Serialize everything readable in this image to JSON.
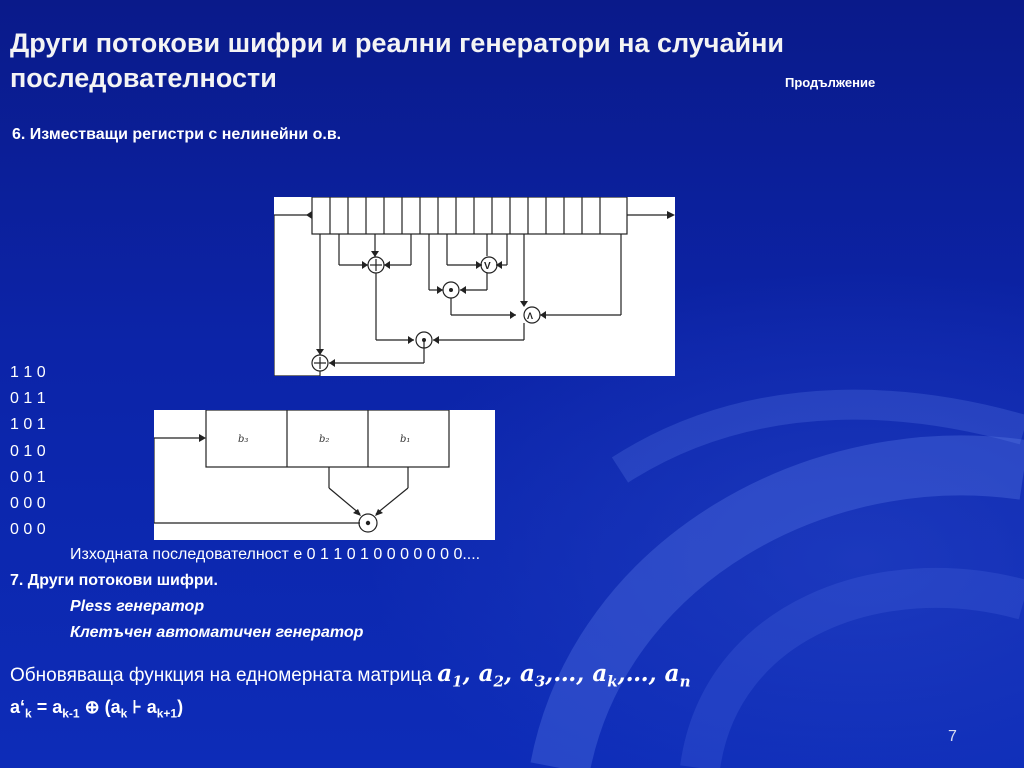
{
  "slide": {
    "title": "Други потокови шифри и реални генератори на случайни последователности",
    "continuation": "Продължение",
    "section6": "6. Изместващи регистри с нелинейни о.в.",
    "bits": [
      "1 1 0",
      "0 1 1",
      "1 0 1",
      "0 1 0",
      "0 0 1",
      "0 0 0",
      "0 0 0"
    ],
    "output_sequence": "Изходната последователност е 0 1 1 0 1 0 0 0 0 0 0 0....",
    "section7": "7. Други потокови шифри.",
    "generators": [
      "Pless генератор",
      "Клетъчен автоматичен генератор"
    ],
    "update_text": "Обновяваща функция на едномерната матрица",
    "page_number": "7"
  },
  "diagram1": {
    "gate_or": "V",
    "gate_and": "Λ"
  },
  "diagram2": {
    "cells": [
      "b₃",
      "b₂",
      "b₁"
    ]
  }
}
